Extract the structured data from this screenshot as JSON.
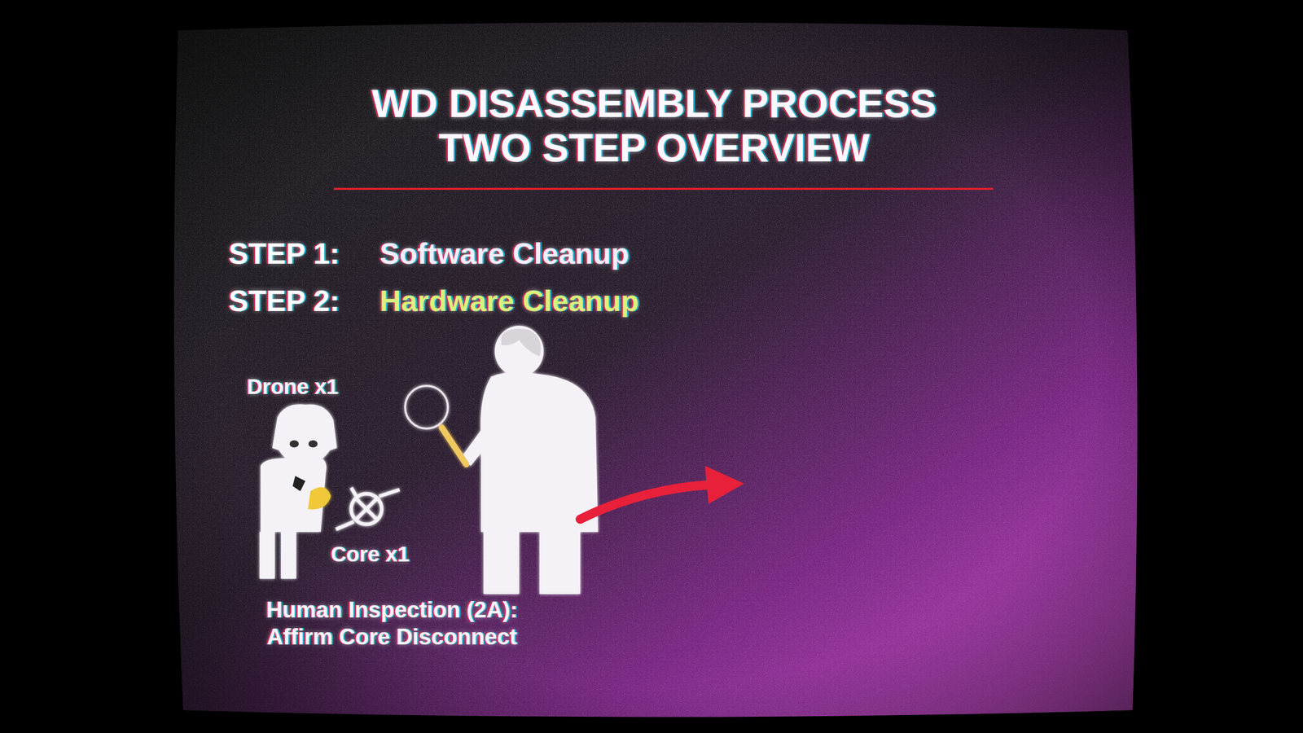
{
  "diagram": {
    "title": "WD DISASSEMBLY PROCESS TWO STEP OVERVIEW",
    "labels": [
      "STEP 1:",
      "Software Cleanup",
      "STEP 2:",
      "Hardware Cleanup",
      "Drone x1",
      "Core x1",
      "Human Inspection (2A): Affirm Core Disconnect"
    ]
  }
}
